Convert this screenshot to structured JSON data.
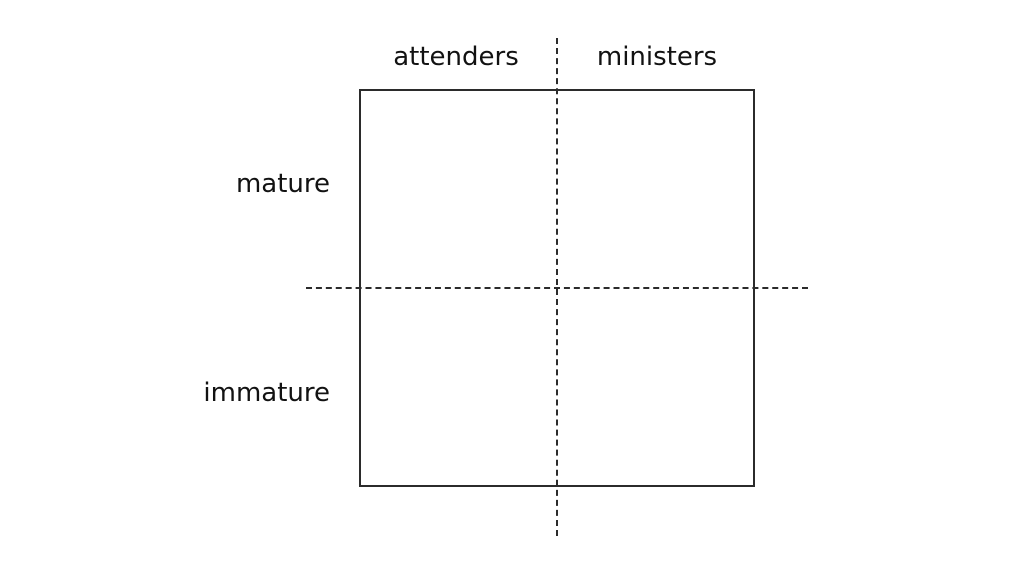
{
  "diagram": {
    "type": "two-by-two-quadrant-matrix",
    "background_color": "#ffffff",
    "line_color": "#2b2b2b",
    "text_color": "#121212",
    "column_labels": [
      {
        "id": "attenders",
        "text": "attenders",
        "position": "top-left"
      },
      {
        "id": "ministers",
        "text": "ministers",
        "position": "top-right"
      }
    ],
    "row_labels": [
      {
        "id": "mature",
        "text": "mature",
        "position": "left-upper"
      },
      {
        "id": "immature",
        "text": "immature",
        "position": "left-lower"
      }
    ],
    "quadrants": [
      {
        "id": "mature-attenders",
        "row": "mature",
        "column": "attenders",
        "content": ""
      },
      {
        "id": "mature-ministers",
        "row": "mature",
        "column": "ministers",
        "content": ""
      },
      {
        "id": "immature-attenders",
        "row": "immature",
        "column": "attenders",
        "content": ""
      },
      {
        "id": "immature-ministers",
        "row": "immature",
        "column": "ministers",
        "content": ""
      }
    ],
    "dividers": {
      "vertical_style": "dashed",
      "horizontal_style": "dashed"
    }
  }
}
